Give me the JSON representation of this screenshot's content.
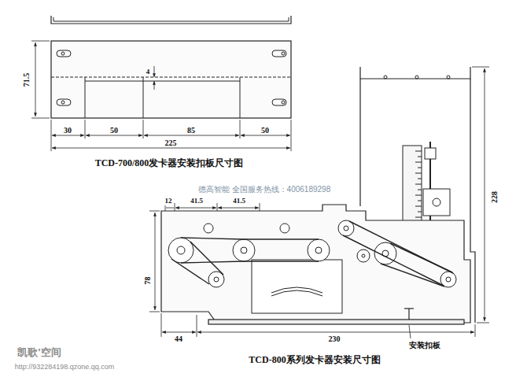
{
  "diagram": {
    "labels": [
      "71.5",
      "4",
      "30",
      "50",
      "85",
      "50",
      "225",
      "TCD-700/800发卡器安装扣板尺寸图",
      "德高智能 全国服务热线：4006189298",
      "12",
      "41.5",
      "41.5",
      "228",
      "78",
      "44",
      "230",
      "安装扣板",
      "TCD-800系列发卡器安装尺寸图",
      "凯歌'空间",
      "http://932284198.qzone.qq.com"
    ]
  }
}
